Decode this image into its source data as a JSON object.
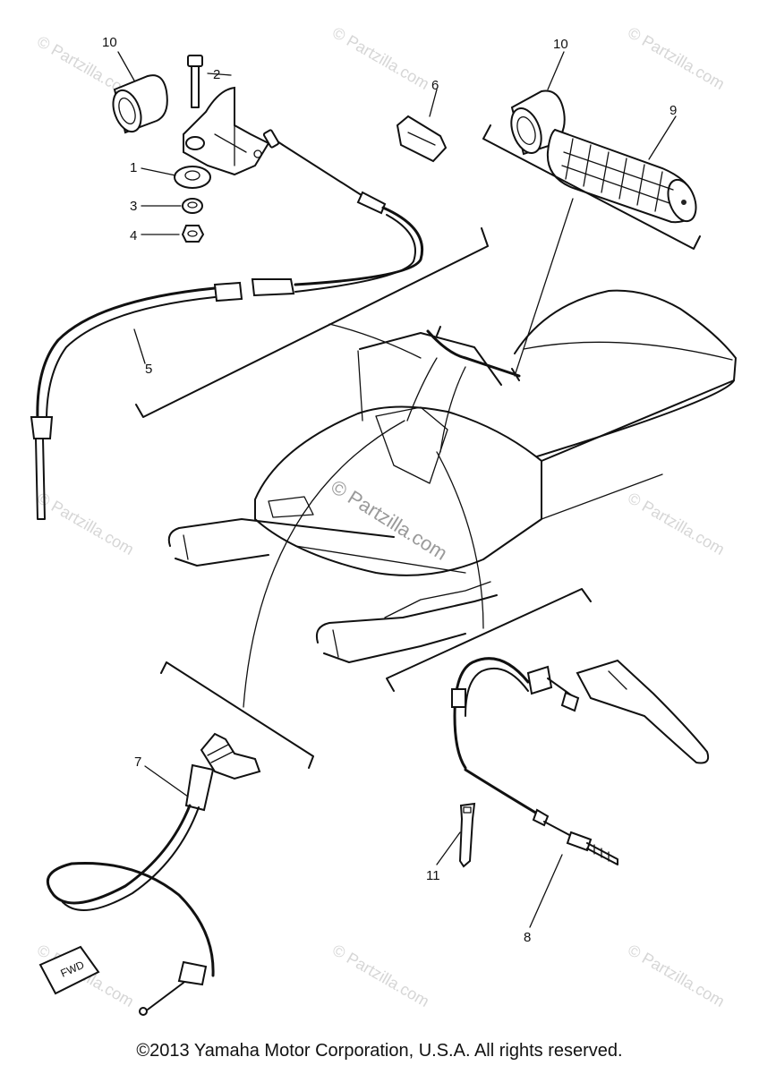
{
  "callouts": [
    {
      "id": "10a",
      "text": "10"
    },
    {
      "id": "2",
      "text": "2"
    },
    {
      "id": "1",
      "text": "1"
    },
    {
      "id": "3",
      "text": "3"
    },
    {
      "id": "4",
      "text": "4"
    },
    {
      "id": "5",
      "text": "5"
    },
    {
      "id": "6",
      "text": "6"
    },
    {
      "id": "10b",
      "text": "10"
    },
    {
      "id": "9",
      "text": "9"
    },
    {
      "id": "7",
      "text": "7"
    },
    {
      "id": "11",
      "text": "11"
    },
    {
      "id": "8",
      "text": "8"
    }
  ],
  "direction_label": "FWD",
  "watermark": "© Partzilla.com",
  "copyright": "©2013 Yamaha Motor Corporation, U.S.A. All rights reserved."
}
